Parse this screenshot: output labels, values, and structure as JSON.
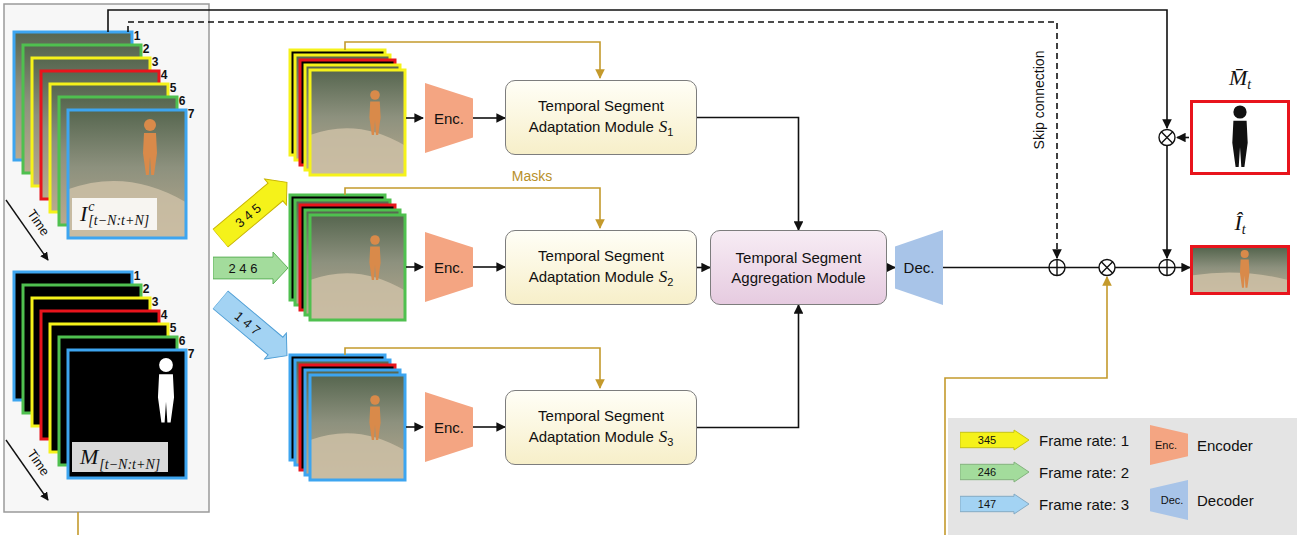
{
  "diagram": {
    "nodes": [
      {
        "text": [
          "I",
          "c",
          "[t−N:t+N]"
        ]
      },
      {
        "text": [
          "M",
          "[t−N:t+N]"
        ]
      },
      {
        "text": [
          "3 4 5"
        ]
      },
      {
        "text": [
          "2 4 6"
        ]
      },
      {
        "text": [
          "1 4 7"
        ]
      },
      {
        "text": [
          "Enc."
        ]
      },
      {
        "text": [
          "Temporal Segment Adaptation Module",
          "S",
          "1"
        ]
      },
      {
        "text": [
          "Enc."
        ]
      },
      {
        "text": [
          "Temporal Segment Adaptation Module",
          "S",
          "2"
        ]
      },
      {
        "text": [
          "Temporal Segment Aggregation Module"
        ]
      },
      {
        "text": [
          "Dec."
        ]
      },
      {
        "text": [
          "Enc."
        ]
      },
      {
        "text": [
          "Temporal Segment Adaptation Module",
          "S",
          "3"
        ]
      },
      {
        "text": [
          "M̄",
          "t"
        ]
      },
      {
        "text": [
          "Î",
          "t"
        ]
      }
    ],
    "edges": [
      {
        "from": 5,
        "to": 6,
        "arrow": "to"
      },
      {
        "from": 7,
        "to": 8,
        "arrow": "to"
      },
      {
        "from": 11,
        "to": 12,
        "arrow": "to"
      },
      {
        "from": 6,
        "to": 9,
        "arrow": "to"
      },
      {
        "from": 8,
        "to": 9,
        "arrow": "to"
      },
      {
        "from": 12,
        "to": 9,
        "arrow": "to"
      },
      {
        "from": 9,
        "to": 10,
        "arrow": "to"
      },
      {
        "from": 10,
        "to": 14,
        "arrow": "to"
      }
    ],
    "labels": [
      "1",
      "2",
      "3",
      "4",
      "5",
      "6",
      "7",
      "Time",
      "1",
      "2",
      "3",
      "4",
      "5",
      "6",
      "7",
      "Time",
      "Masks",
      "Skip connection",
      "345",
      "246",
      "147",
      "Enc.",
      "Dec."
    ],
    "legend": [
      {
        "text": "Frame rate: 1",
        "color": "#f5f21a"
      },
      {
        "text": "Frame rate: 2",
        "color": "#a3dc9c"
      },
      {
        "text": "Frame rate: 3",
        "color": "#a3d3f3"
      },
      {
        "text": "Encoder",
        "color": "#f4a582"
      },
      {
        "text": "Decoder",
        "color": "#a8c4e8"
      }
    ]
  }
}
